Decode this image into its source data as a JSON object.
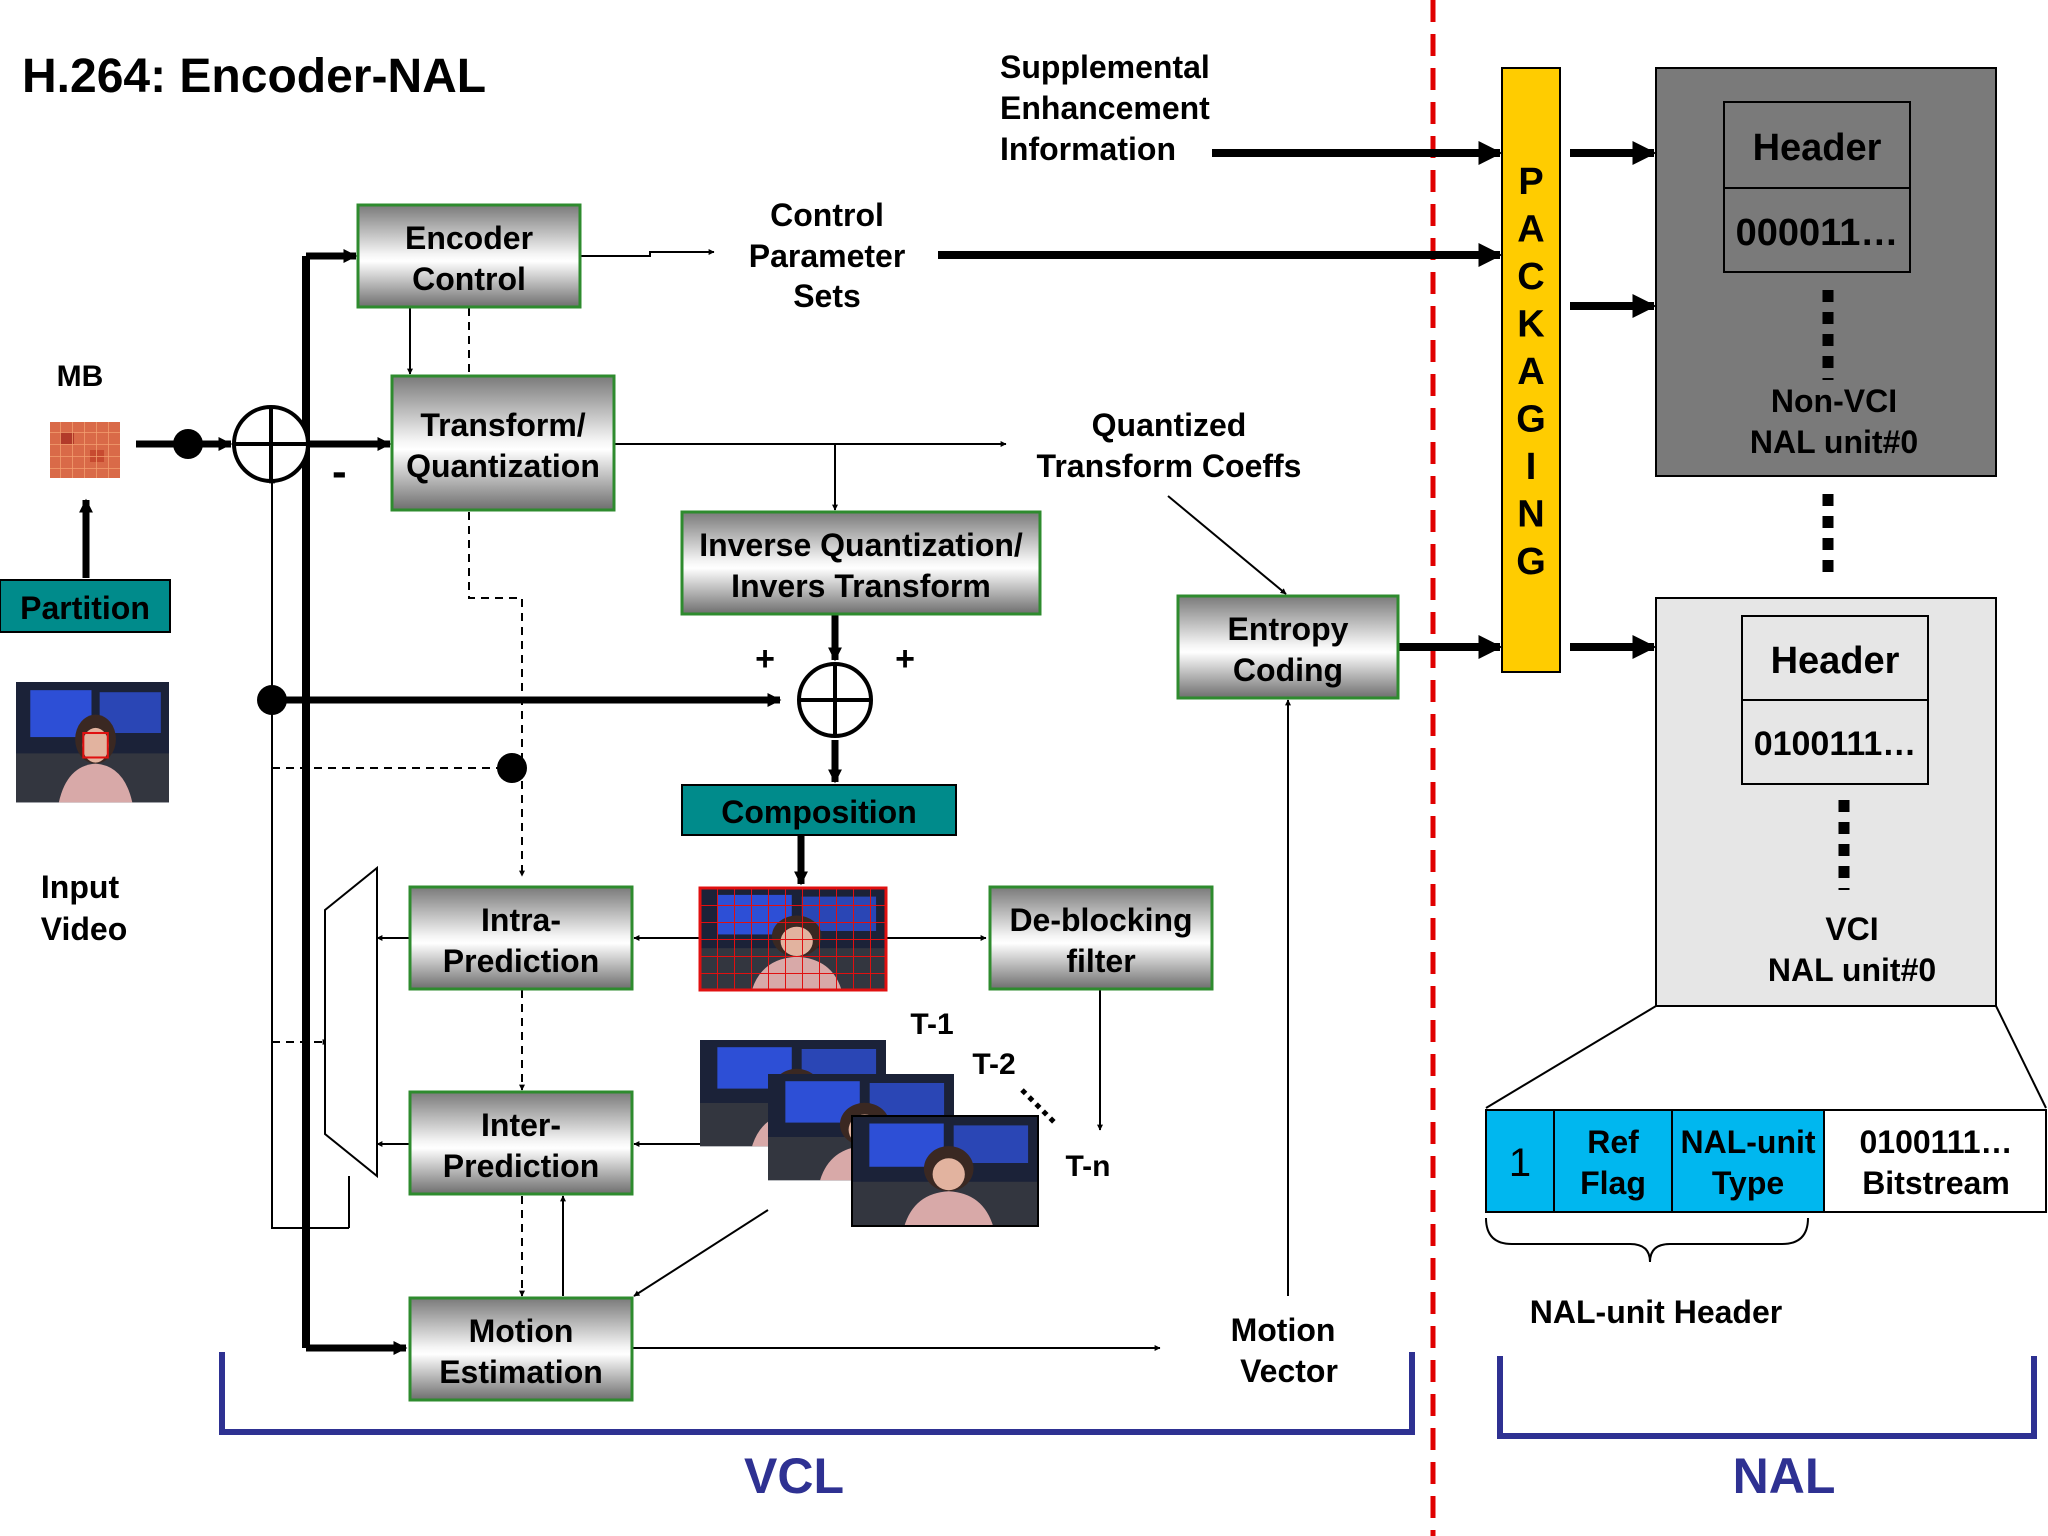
{
  "title": "H.264: Encoder-NAL",
  "labels": {
    "mb": "MB",
    "partition": "Partition",
    "input_video": [
      "Input",
      "Video"
    ],
    "minus": "-",
    "plus_left": "+",
    "plus_right": "+",
    "sei": [
      "Supplemental",
      "Enhancement",
      "Information"
    ],
    "cps": [
      "Control",
      "Parameter",
      "Sets"
    ],
    "qtc": [
      "Quantized",
      "Transform Coeffs"
    ],
    "motion_vector": [
      "Motion",
      "Vector"
    ],
    "t1": "T-1",
    "t2": "T-2",
    "tn": "T-n",
    "packaging": [
      "P",
      "A",
      "C",
      "K",
      "A",
      "G",
      "I",
      "N",
      "G"
    ],
    "nal_unit_header": "NAL-unit Header",
    "vcl": "VCL",
    "nal": "NAL"
  },
  "blocks": {
    "encoder_control": [
      "Encoder",
      "Control"
    ],
    "transform_quant": [
      "Transform/",
      "Quantization"
    ],
    "inverse_quant": [
      "Inverse Quantization/",
      "Invers Transform"
    ],
    "composition": "Composition",
    "entropy_coding": [
      "Entropy",
      "Coding"
    ],
    "intra_prediction": [
      "Intra-",
      "Prediction"
    ],
    "inter_prediction": [
      "Inter-",
      "Prediction"
    ],
    "motion_estimation": [
      "Motion",
      "Estimation"
    ],
    "deblocking": [
      "De-blocking",
      "filter"
    ]
  },
  "nal_units": {
    "non_vcl": {
      "header": "Header",
      "bits": "000011…",
      "label": [
        "Non-VCI",
        "NAL unit#0"
      ]
    },
    "vcl": {
      "header": "Header",
      "bits": "0100111…",
      "label": [
        "VCI",
        "NAL unit#0"
      ]
    }
  },
  "nal_header_fields": {
    "f1": "1",
    "ref_flag": [
      "Ref",
      "Flag"
    ],
    "nal_type": [
      "NAL-unit",
      "Type"
    ],
    "bitstream": [
      "0100111…",
      "Bitstream"
    ]
  },
  "colors": {
    "block_border": "#2e8b2e",
    "teal": "#008b8b",
    "packaging": "#ffcc00",
    "non_vcl_bg": "#7a7a7a",
    "vcl_bg": "#e6e6e6",
    "cyan": "#00b7ef",
    "bracket": "#2e3192",
    "divider": "#e00000"
  }
}
